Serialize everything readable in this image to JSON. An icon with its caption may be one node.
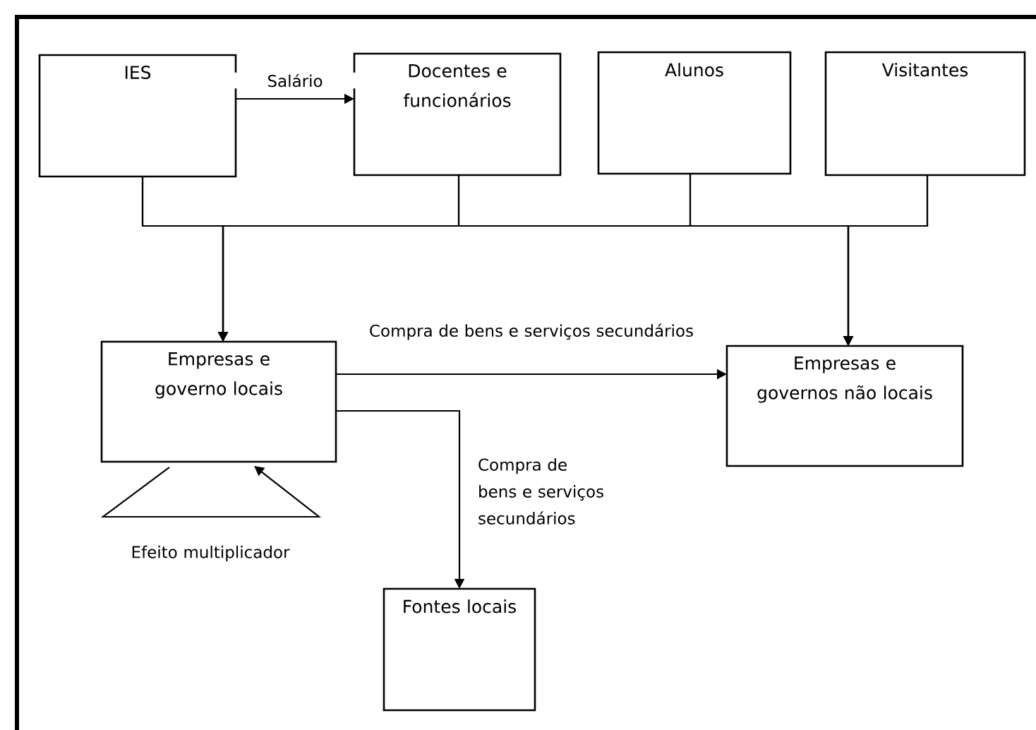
{
  "diagram": {
    "nodes": [
      {
        "text": [
          "IES"
        ]
      },
      {
        "text": [
          "Docentes e funcionários"
        ]
      },
      {
        "text": [
          "Alunos"
        ]
      },
      {
        "text": [
          "Visitantes"
        ]
      },
      {
        "text": [
          "Empresas e governo locais"
        ]
      },
      {
        "text": [
          "Empresas e governos não locais"
        ]
      },
      {
        "text": [
          "Fontes locais"
        ]
      }
    ],
    "edges": [
      {
        "from": 0,
        "to": 1,
        "arrow": "to",
        "label": "Salário"
      },
      {
        "from": 0,
        "to": 4,
        "arrow": "to"
      },
      {
        "from": 1,
        "to": 4,
        "arrow": "to"
      },
      {
        "from": 2,
        "to": 4,
        "arrow": "to"
      },
      {
        "from": 3,
        "to": 4,
        "arrow": "to"
      },
      {
        "from": 0,
        "to": 5,
        "arrow": "to"
      },
      {
        "from": 1,
        "to": 5,
        "arrow": "to"
      },
      {
        "from": 2,
        "to": 5,
        "arrow": "to"
      },
      {
        "from": 3,
        "to": 5,
        "arrow": "to"
      },
      {
        "from": 4,
        "to": 5,
        "arrow": "to",
        "label": "Compra de bens e serviços secundários"
      },
      {
        "from": 4,
        "to": 6,
        "arrow": "to",
        "label": "Compra de bens e serviços secundários"
      },
      {
        "from": 4,
        "to": 4,
        "arrow": "to",
        "label": "Efeito multiplicador"
      }
    ]
  }
}
